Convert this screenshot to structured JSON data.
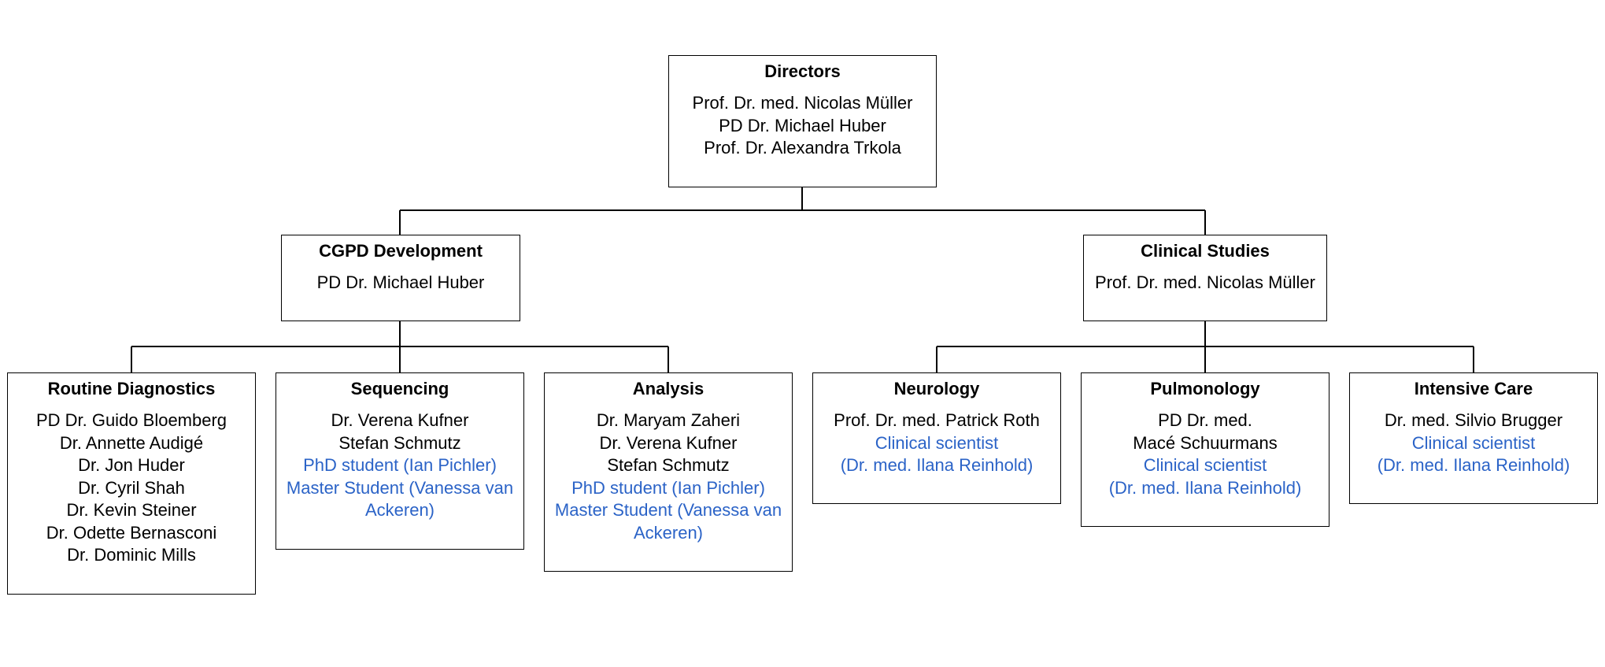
{
  "colors": {
    "border": "#000000",
    "text": "#000000",
    "highlight": "#2b63c7"
  },
  "directors": {
    "title": "Directors",
    "lines": [
      {
        "text": "Prof. Dr. med. Nicolas Müller",
        "highlight": false
      },
      {
        "text": "PD Dr. Michael Huber",
        "highlight": false
      },
      {
        "text": "Prof. Dr. Alexandra Trkola",
        "highlight": false
      }
    ]
  },
  "cgpd": {
    "title": "CGPD Development",
    "lines": [
      {
        "text": "PD Dr. Michael Huber",
        "highlight": false
      }
    ]
  },
  "clinical": {
    "title": "Clinical Studies",
    "lines": [
      {
        "text": "Prof. Dr. med. Nicolas Müller",
        "highlight": false
      }
    ]
  },
  "routine": {
    "title": "Routine Diagnostics",
    "lines": [
      {
        "text": "PD Dr. Guido Bloemberg",
        "highlight": false
      },
      {
        "text": "Dr. Annette Audigé",
        "highlight": false
      },
      {
        "text": "Dr. Jon Huder",
        "highlight": false
      },
      {
        "text": "Dr. Cyril Shah",
        "highlight": false
      },
      {
        "text": "Dr. Kevin Steiner",
        "highlight": false
      },
      {
        "text": "Dr. Odette Bernasconi",
        "highlight": false
      },
      {
        "text": "Dr. Dominic Mills",
        "highlight": false
      }
    ]
  },
  "sequencing": {
    "title": "Sequencing",
    "lines": [
      {
        "text": "Dr. Verena Kufner",
        "highlight": false
      },
      {
        "text": "Stefan Schmutz",
        "highlight": false
      },
      {
        "text": "PhD student (Ian Pichler)",
        "highlight": true
      },
      {
        "text": "Master Student (Vanessa van",
        "highlight": true
      },
      {
        "text": "Ackeren)",
        "highlight": true
      }
    ]
  },
  "analysis": {
    "title": "Analysis",
    "lines": [
      {
        "text": "Dr. Maryam Zaheri",
        "highlight": false
      },
      {
        "text": "Dr. Verena Kufner",
        "highlight": false
      },
      {
        "text": "Stefan Schmutz",
        "highlight": false
      },
      {
        "text": "PhD student (Ian Pichler)",
        "highlight": true
      },
      {
        "text": "Master Student (Vanessa van",
        "highlight": true
      },
      {
        "text": "Ackeren)",
        "highlight": true
      }
    ]
  },
  "neurology": {
    "title": "Neurology",
    "lines": [
      {
        "text": "Prof. Dr. med. Patrick Roth",
        "highlight": false
      },
      {
        "text": "Clinical scientist",
        "highlight": true
      },
      {
        "text": "(Dr. med. Ilana Reinhold)",
        "highlight": true
      }
    ]
  },
  "pulmonology": {
    "title": "Pulmonology",
    "lines": [
      {
        "text": "PD Dr. med.",
        "highlight": false
      },
      {
        "text": "Macé Schuurmans",
        "highlight": false
      },
      {
        "text": "Clinical scientist",
        "highlight": true
      },
      {
        "text": "(Dr. med. Ilana Reinhold)",
        "highlight": true
      }
    ]
  },
  "intensive": {
    "title": "Intensive Care",
    "lines": [
      {
        "text": "Dr. med. Silvio Brugger",
        "highlight": false
      },
      {
        "text": "Clinical scientist",
        "highlight": true
      },
      {
        "text": "(Dr. med. Ilana Reinhold)",
        "highlight": true
      }
    ]
  }
}
